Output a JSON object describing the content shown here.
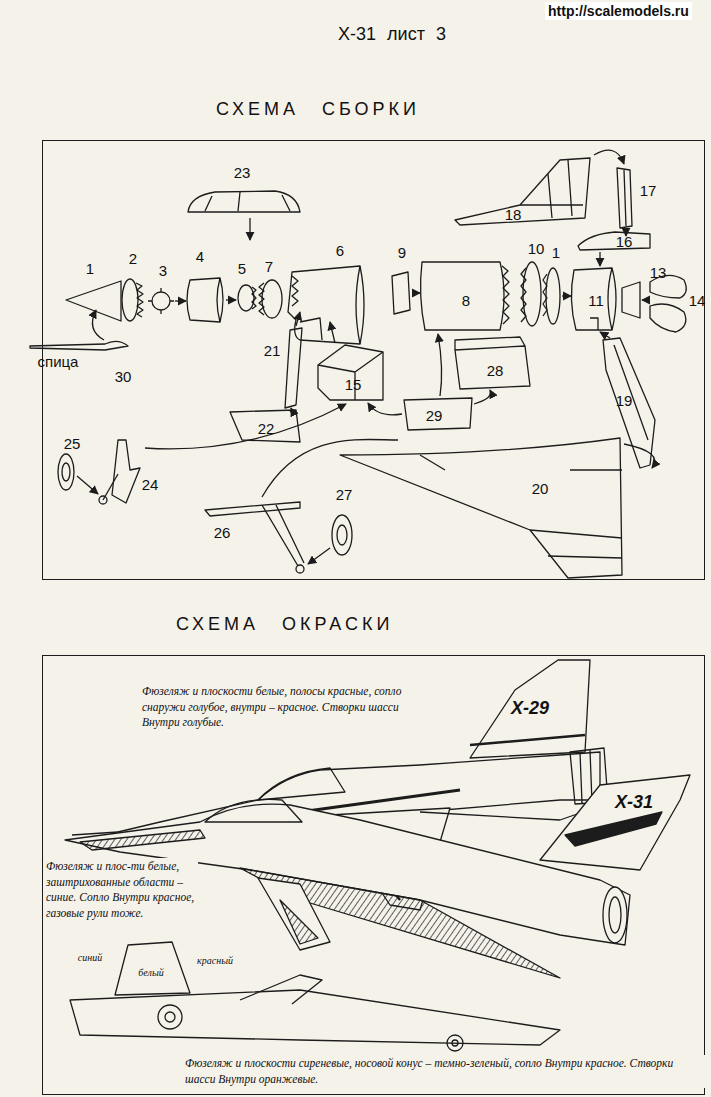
{
  "diagram": {
    "title": "X-31 лист 3",
    "nodes": [
      {
        "text": [
          "СХЕМА СБОРКИ"
        ]
      },
      {
        "text": [
          "СХЕМА ОКРАСКИ"
        ]
      }
    ],
    "labels": [
      "http://scalemodels.ru",
      "23",
      "1",
      "2",
      "3",
      "4",
      "5",
      "7",
      "6",
      "9",
      "8",
      "10",
      "1",
      "11",
      "13",
      "14",
      "18",
      "17",
      "16",
      "21",
      "22",
      "15",
      "29",
      "28",
      "30",
      "спица",
      "19",
      "20",
      "25",
      "24",
      "26",
      "27",
      "Фюзеляж и плоскости белые, полосы красные, сопло снаружи голубое, внутри – красное. Створки шасси Внутри голубые.",
      "X-29",
      "X-31",
      "Фюзеляж и плос-ти белые, заштрихованные области – синие. Сопло Внутри красное, газовые рули тоже.",
      "синий",
      "белый",
      "красный",
      "Фюзеляж и плоскости сиреневые, носовой конус – темно-зеленый, сопло Внутри красное. Створки шасси Внутри оранжевые."
    ]
  }
}
